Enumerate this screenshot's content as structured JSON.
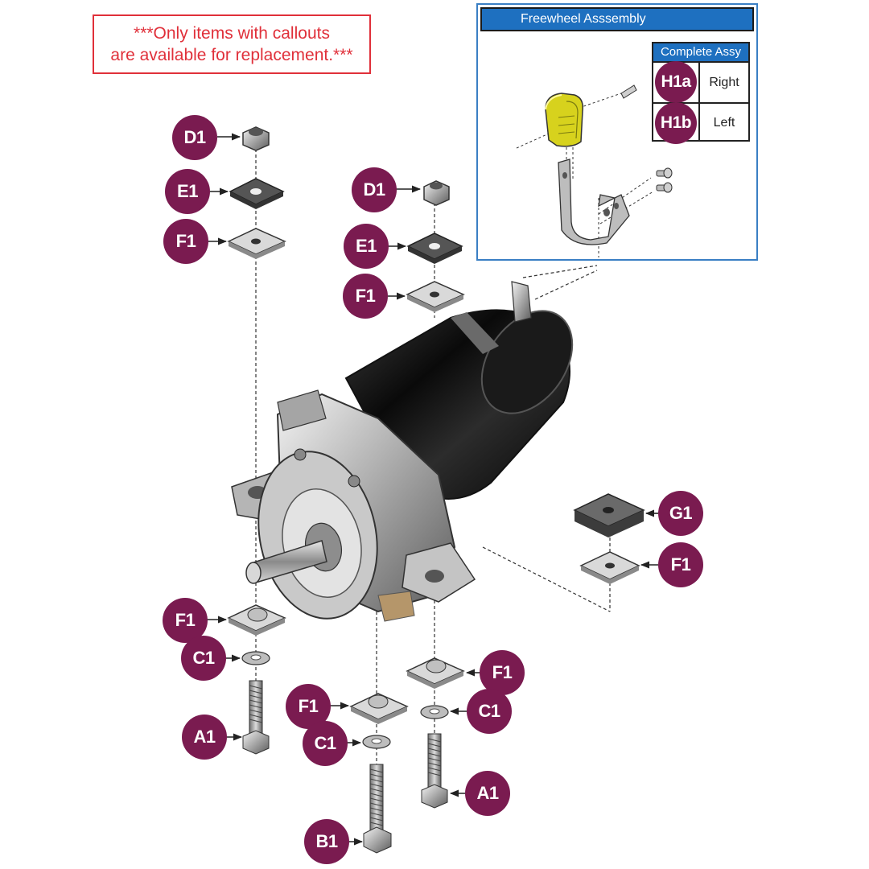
{
  "notice": {
    "line1": "***Only items with callouts",
    "line2": "are available for replacement.***"
  },
  "inset": {
    "title": "Freewheel Asssembly",
    "table_header": "Complete Assy",
    "rows": [
      {
        "callout": "H1a",
        "side": "Right"
      },
      {
        "callout": "H1b",
        "side": "Left"
      }
    ]
  },
  "callouts": {
    "D1_left": "D1",
    "E1_left": "E1",
    "F1_left_top": "F1",
    "D1_mid": "D1",
    "E1_mid": "E1",
    "F1_mid_top": "F1",
    "G1_right": "G1",
    "F1_right": "F1",
    "F1_left_bottom": "F1",
    "C1_left": "C1",
    "A1_left": "A1",
    "F1_mid_bottom": "F1",
    "C1_mid": "C1",
    "B1_mid": "B1",
    "F1_right_bottom": "F1",
    "C1_right": "C1",
    "A1_right": "A1"
  },
  "colors": {
    "callout": "#7a1b50",
    "notice": "#e0303a",
    "inset_border": "#3a7fc4",
    "inset_header": "#1e70c0",
    "knob": "#d7d21d"
  }
}
